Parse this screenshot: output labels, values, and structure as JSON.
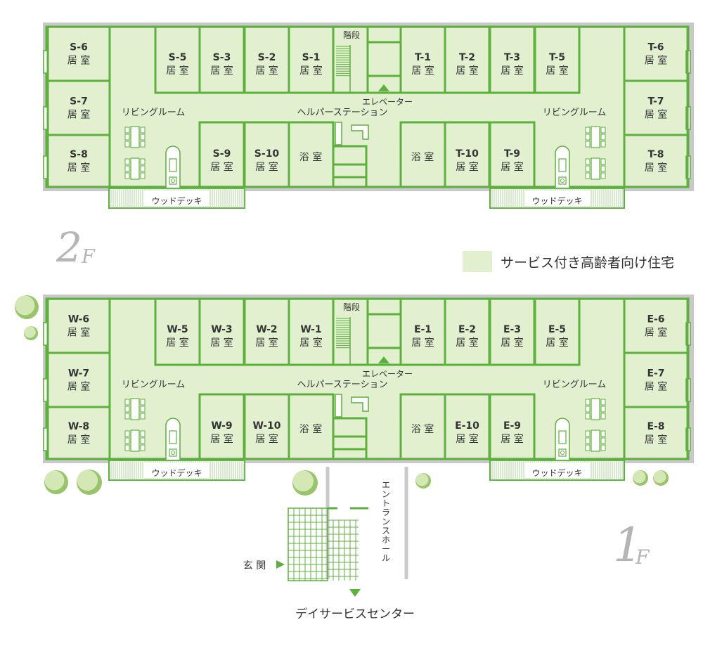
{
  "colors": {
    "floor": "#e3f0cf",
    "wall": "#5cb03c",
    "outer": "#c9c9c9",
    "text": "#333333",
    "deck": "#ffffff",
    "tree_light": "#d4e8b6",
    "tree_dark": "#98c46a"
  },
  "legend": {
    "label": "サービス付き高齢者向け住宅"
  },
  "common": {
    "room_suffix": "居 室",
    "stairs": "階段",
    "elevator": "エレベーター",
    "helper_station": "ヘルパーステーション",
    "living_room": "リビングルーム",
    "bathroom": "浴 室",
    "wood_deck": "ウッドデッキ"
  },
  "floor2": {
    "floor_number": "2",
    "floor_suffix": "F",
    "rooms_top_left": [
      "S-5",
      "S-3",
      "S-2",
      "S-1"
    ],
    "rooms_top_right": [
      "T-1",
      "T-2",
      "T-3",
      "T-5"
    ],
    "rooms_left_wing": [
      "S-6",
      "S-7",
      "S-8"
    ],
    "rooms_right_wing": [
      "T-6",
      "T-7",
      "T-8"
    ],
    "rooms_bottom_left": [
      "S-9",
      "S-10"
    ],
    "rooms_bottom_right": [
      "T-10",
      "T-9"
    ]
  },
  "floor1": {
    "floor_number": "1",
    "floor_suffix": "F",
    "rooms_top_left": [
      "W-5",
      "W-3",
      "W-2",
      "W-1"
    ],
    "rooms_top_right": [
      "E-1",
      "E-2",
      "E-3",
      "E-5"
    ],
    "rooms_left_wing": [
      "W-6",
      "W-7",
      "W-8"
    ],
    "rooms_right_wing": [
      "E-6",
      "E-7",
      "E-8"
    ],
    "rooms_bottom_left": [
      "W-9",
      "W-10"
    ],
    "rooms_bottom_right": [
      "E-10",
      "E-9"
    ],
    "entrance_hall": "エントランスホール",
    "entrance": "玄 関",
    "day_service": "デイサービスセンター"
  }
}
